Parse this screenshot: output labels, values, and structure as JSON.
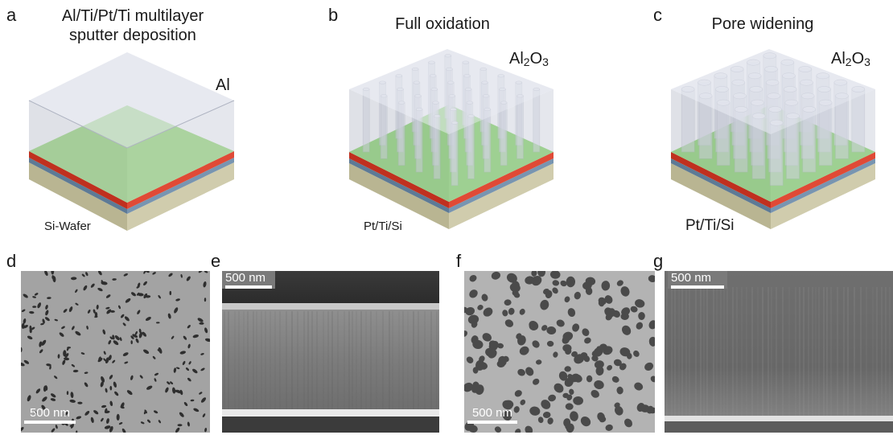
{
  "top": {
    "a": {
      "letter": "a",
      "title_line1": "Al/Ti/Pt/Ti multilayer",
      "title_line2": "sputter deposition",
      "layer_label": "Al",
      "bottom_label": "Si-Wafer"
    },
    "b": {
      "letter": "b",
      "title": "Full oxidation",
      "layer_label_main": "Al",
      "layer_label_sub1": "2",
      "layer_label_mid": "O",
      "layer_label_sub2": "3",
      "bottom_label": "Pt/Ti/Si"
    },
    "c": {
      "letter": "c",
      "title": "Pore widening",
      "layer_label_main": "Al",
      "layer_label_sub1": "2",
      "layer_label_mid": "O",
      "layer_label_sub2": "3",
      "bottom_label": "Pt/Ti/Si"
    }
  },
  "bottom": {
    "d": {
      "letter": "d",
      "scale": "500 nm"
    },
    "e": {
      "letter": "e",
      "scale": "500 nm"
    },
    "f": {
      "letter": "f",
      "scale": "500 nm"
    },
    "g": {
      "letter": "g",
      "scale": "500 nm"
    }
  },
  "colors": {
    "transparent_block": "#c9cedb",
    "green_layer": "#8fd86a",
    "red_layer": "#d23a2a",
    "blue_layer": "#6e8aa6",
    "substrate": "#c7c3a3",
    "sem_light": "#9c9c9c",
    "sem_dark": "#2d2d2d"
  }
}
